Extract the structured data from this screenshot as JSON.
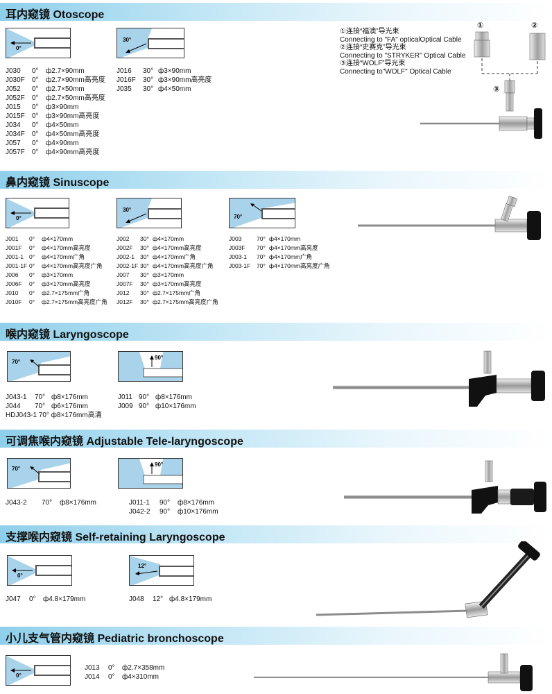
{
  "sections": [
    {
      "title": "耳内窥镜  Otoscope",
      "groups": [
        {
          "angle": "0°",
          "rows": [
            [
              "J030",
              "0°",
              "ф2.7×90mm"
            ],
            [
              "J030F",
              "0°",
              "ф2.7×90mm高亮度"
            ],
            [
              "J052",
              "0°",
              "ф2.7×50mm"
            ],
            [
              "J052F",
              "0°",
              "ф2.7×50mm高亮度"
            ],
            [
              "J015",
              "0°",
              "ф3×90mm"
            ],
            [
              "J015F",
              "0°",
              "ф3×90mm高亮度"
            ],
            [
              "J034",
              "0°",
              "ф4×50mm"
            ],
            [
              "J034F",
              "0°",
              "ф4×50mm高亮度"
            ],
            [
              "J057",
              "0°",
              "ф4×90mm"
            ],
            [
              "J057F",
              "0°",
              "ф4×90mm高亮度"
            ]
          ]
        },
        {
          "angle": "30°",
          "rows": [
            [
              "J016",
              "30°",
              "ф3×90mm"
            ],
            [
              "J016F",
              "30°",
              "ф3×90mm高亮度"
            ],
            [
              "J035",
              "30°",
              "ф4×50mm"
            ]
          ]
        }
      ]
    },
    {
      "title": "鼻内窥镜  Sinuscope",
      "groups": [
        {
          "angle": "0°",
          "rows": [
            [
              "J001",
              "0°",
              "ф4×170mm"
            ],
            [
              "J001F",
              "0°",
              "ф4×170mm高亮度"
            ],
            [
              "J001-1",
              "0°",
              "ф4×170mm广角"
            ],
            [
              "J001-1F",
              "0°",
              "ф4×170mm高亮度广角"
            ],
            [
              "J006",
              "0°",
              "ф3×170mm"
            ],
            [
              "J006F",
              "0°",
              "ф3×170mm高亮度"
            ],
            [
              "J010",
              "0°",
              "ф2.7×175mm广角"
            ],
            [
              "J010F",
              "0°",
              "ф2.7×175mm高亮度广角"
            ]
          ]
        },
        {
          "angle": "30°",
          "rows": [
            [
              "J002",
              "30°",
              "ф4×170mm"
            ],
            [
              "J002F",
              "30°",
              "ф4×170mm高亮度"
            ],
            [
              "J002-1",
              "30°",
              "ф4×170mm广角"
            ],
            [
              "J002-1F",
              "30°",
              "ф4×170mm高亮度广角"
            ],
            [
              "J007",
              "30°",
              "ф3×170mm"
            ],
            [
              "J007F",
              "30°",
              "ф3×170mm高亮度"
            ],
            [
              "J012",
              "30°",
              "ф2.7×175mm广角"
            ],
            [
              "J012F",
              "30°",
              "ф2.7×175mm高亮度广角"
            ]
          ]
        },
        {
          "angle": "70°",
          "rows": [
            [
              "J003",
              "70°",
              "ф4×170mm"
            ],
            [
              "J003F",
              "70°",
              "ф4×170mm高亮度"
            ],
            [
              "J003-1",
              "70°",
              "ф4×170mm广角"
            ],
            [
              "J003-1F",
              "70°",
              "ф4×170mm高亮度广角"
            ]
          ]
        }
      ]
    },
    {
      "title": "喉内窥镜  Laryngoscope",
      "groups": [
        {
          "angle": "70°",
          "rows": [
            [
              "J043-1",
              "70°",
              "ф8×176mm"
            ],
            [
              "J044",
              "70°",
              "ф6×176mm"
            ],
            [
              "HDJ043-1",
              "70°",
              "ф8×176mm高清"
            ]
          ]
        },
        {
          "angle": "90°",
          "rows": [
            [
              "J011",
              "90°",
              "ф8×176mm"
            ],
            [
              "J009",
              "90°",
              "ф10×176mm"
            ]
          ]
        }
      ]
    },
    {
      "title": "可调焦喉内窥镜 Adjustable Tele-laryngoscope",
      "groups": [
        {
          "angle": "70°",
          "rows": [
            [
              "J043-2",
              "70°",
              "ф8×176mm"
            ]
          ]
        },
        {
          "angle": "90°",
          "rows": [
            [
              "J011-1",
              "90°",
              "ф8×176mm"
            ],
            [
              "J042-2",
              "90°",
              "ф10×176mm"
            ]
          ]
        }
      ]
    },
    {
      "title": "支撑喉内窥镜 Self-retaining Laryngoscope",
      "groups": [
        {
          "angle": "0°",
          "rows": [
            [
              "J047",
              "0°",
              "ф4.8×179mm"
            ]
          ]
        },
        {
          "angle": "12°",
          "rows": [
            [
              "J048",
              "12°",
              "ф4.8×179mm"
            ]
          ]
        }
      ]
    },
    {
      "title": "小儿支气管内窥镜  Pediatric bronchoscope",
      "groups": [
        {
          "angle": "0°",
          "rows": [
            [
              "J013",
              "0°",
              "ф2.7×358mm"
            ],
            [
              "J014",
              "0°",
              "ф4×310mm"
            ]
          ]
        }
      ]
    }
  ],
  "cable_notes": [
    "①连接“福澳”导光束",
    "Connecting to \"FA\" opticalOptical Cable",
    "②连接“史赛克”导光束",
    "Connecting to \"STRYKER\" Optical Cable",
    "③连接“WOLF”导光束",
    "Connecting to\"WOLF\" Optical Cable"
  ],
  "adapter_tags": [
    "①",
    "②",
    "③"
  ]
}
